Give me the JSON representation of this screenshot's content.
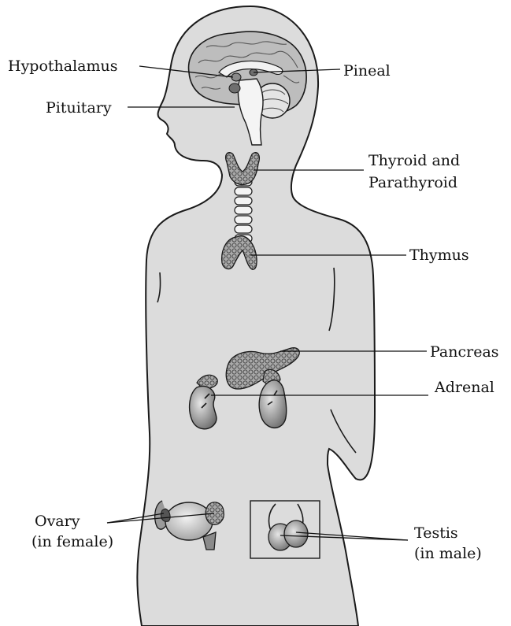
{
  "figure": {
    "labels": {
      "hypothalamus": "Hypothalamus",
      "pineal": "Pineal",
      "pituitary": "Pituitary",
      "thyroid_line1": "Thyroid and",
      "thyroid_line2": "Parathyroid",
      "thymus": "Thymus",
      "pancreas": "Pancreas",
      "adrenal": "Adrenal",
      "ovary_line1": "Ovary",
      "ovary_line2": "(in female)",
      "testis_line1": "Testis",
      "testis_line2": "(in male)"
    },
    "colors": {
      "body_fill": "#dcdcdc",
      "brain_fill": "#bdbdbd",
      "organ_fill": "#9a9a9a",
      "gland_dark": "#6e6e6e",
      "outline": "#1a1a1a",
      "background": "#ffffff"
    }
  }
}
